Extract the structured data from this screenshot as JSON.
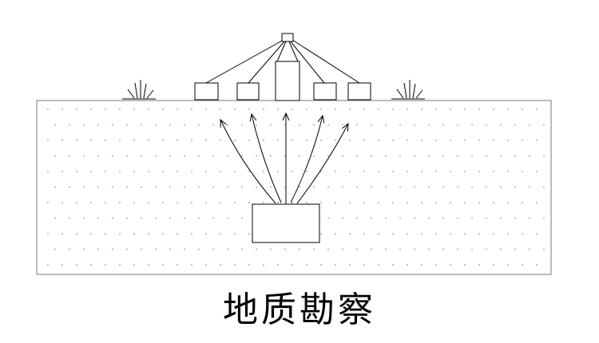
{
  "caption": "地质勘察",
  "colors": {
    "line": "#000000",
    "ground_border": "#777777",
    "dot": "#9a9a9a",
    "background": "#ffffff"
  },
  "scene": {
    "ground_pattern": "dotted-soil",
    "grass_tufts": 2,
    "receiver_boxes": 4,
    "central_tower": 1,
    "signal_arrows": 5,
    "buried_target": 1
  }
}
